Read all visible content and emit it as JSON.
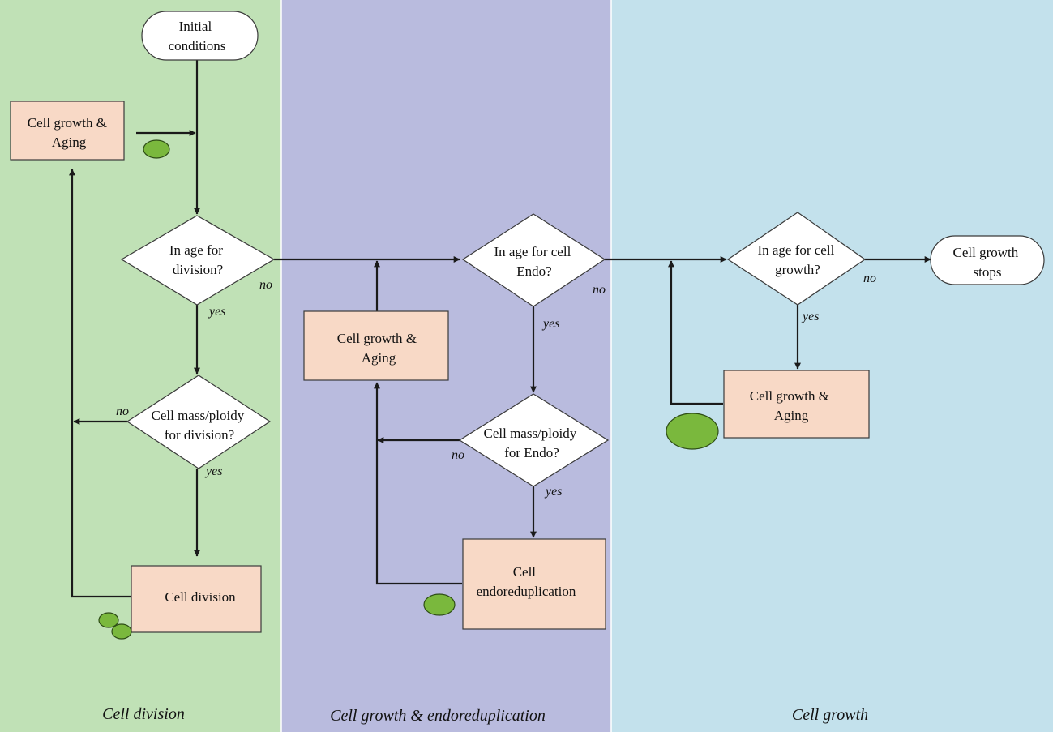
{
  "lanes": [
    {
      "id": "division",
      "title": "Cell division",
      "color": "#c0e1b6"
    },
    {
      "id": "endo",
      "title": "Cell growth & endoreduplication",
      "color": "#b9bbde"
    },
    {
      "id": "growth",
      "title": "Cell growth",
      "color": "#c3e1ec"
    }
  ],
  "nodes": {
    "initial": [
      "Initial",
      "conditions"
    ],
    "growth_aging_1": [
      "Cell growth &",
      "Aging"
    ],
    "age_division": [
      "In age for",
      "division?"
    ],
    "mass_division": [
      "Cell mass/ploidy",
      "for division?"
    ],
    "cell_division": [
      "Cell division"
    ],
    "growth_aging_2": [
      "Cell growth &",
      "Aging"
    ],
    "age_endo": [
      "In age for cell",
      "Endo?"
    ],
    "mass_endo": [
      "Cell mass/ploidy",
      "for Endo?"
    ],
    "endoreduplication": [
      "Cell",
      "endoreduplication"
    ],
    "age_growth": [
      "In age for cell",
      "growth?"
    ],
    "growth_aging_3": [
      "Cell growth &",
      "Aging"
    ],
    "growth_stops": [
      "Cell growth",
      "stops"
    ]
  },
  "labels": {
    "yes": "yes",
    "no": "no"
  },
  "colors": {
    "box_fill": "#f8d9c6",
    "cell_fill": "#7ab83d"
  }
}
